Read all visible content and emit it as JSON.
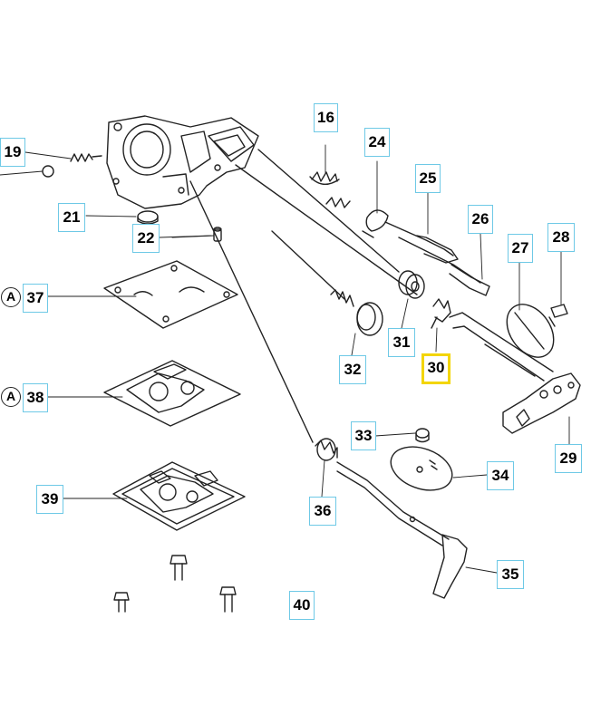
{
  "diagram": {
    "callouts": [
      {
        "id": "c16",
        "label": "16"
      },
      {
        "id": "c19",
        "label": "19"
      },
      {
        "id": "c21",
        "label": "21"
      },
      {
        "id": "c22",
        "label": "22"
      },
      {
        "id": "c24",
        "label": "24"
      },
      {
        "id": "c25",
        "label": "25"
      },
      {
        "id": "c26",
        "label": "26"
      },
      {
        "id": "c27",
        "label": "27"
      },
      {
        "id": "c28",
        "label": "28"
      },
      {
        "id": "c37",
        "label": "37"
      },
      {
        "id": "c38",
        "label": "38"
      },
      {
        "id": "c31",
        "label": "31"
      },
      {
        "id": "c32",
        "label": "32"
      },
      {
        "id": "c30",
        "label": "30",
        "highlighted": true
      },
      {
        "id": "c29",
        "label": "29"
      },
      {
        "id": "c33",
        "label": "33"
      },
      {
        "id": "c34",
        "label": "34"
      },
      {
        "id": "c39",
        "label": "39"
      },
      {
        "id": "c36",
        "label": "36"
      },
      {
        "id": "c35",
        "label": "35"
      },
      {
        "id": "c40",
        "label": "40"
      }
    ],
    "reference_marks": [
      {
        "id": "a1",
        "label": "A"
      },
      {
        "id": "a2",
        "label": "A"
      }
    ],
    "colors": {
      "callout_border": "#6ec9e6",
      "highlight_border": "#f3d500",
      "line": "#222222"
    }
  }
}
